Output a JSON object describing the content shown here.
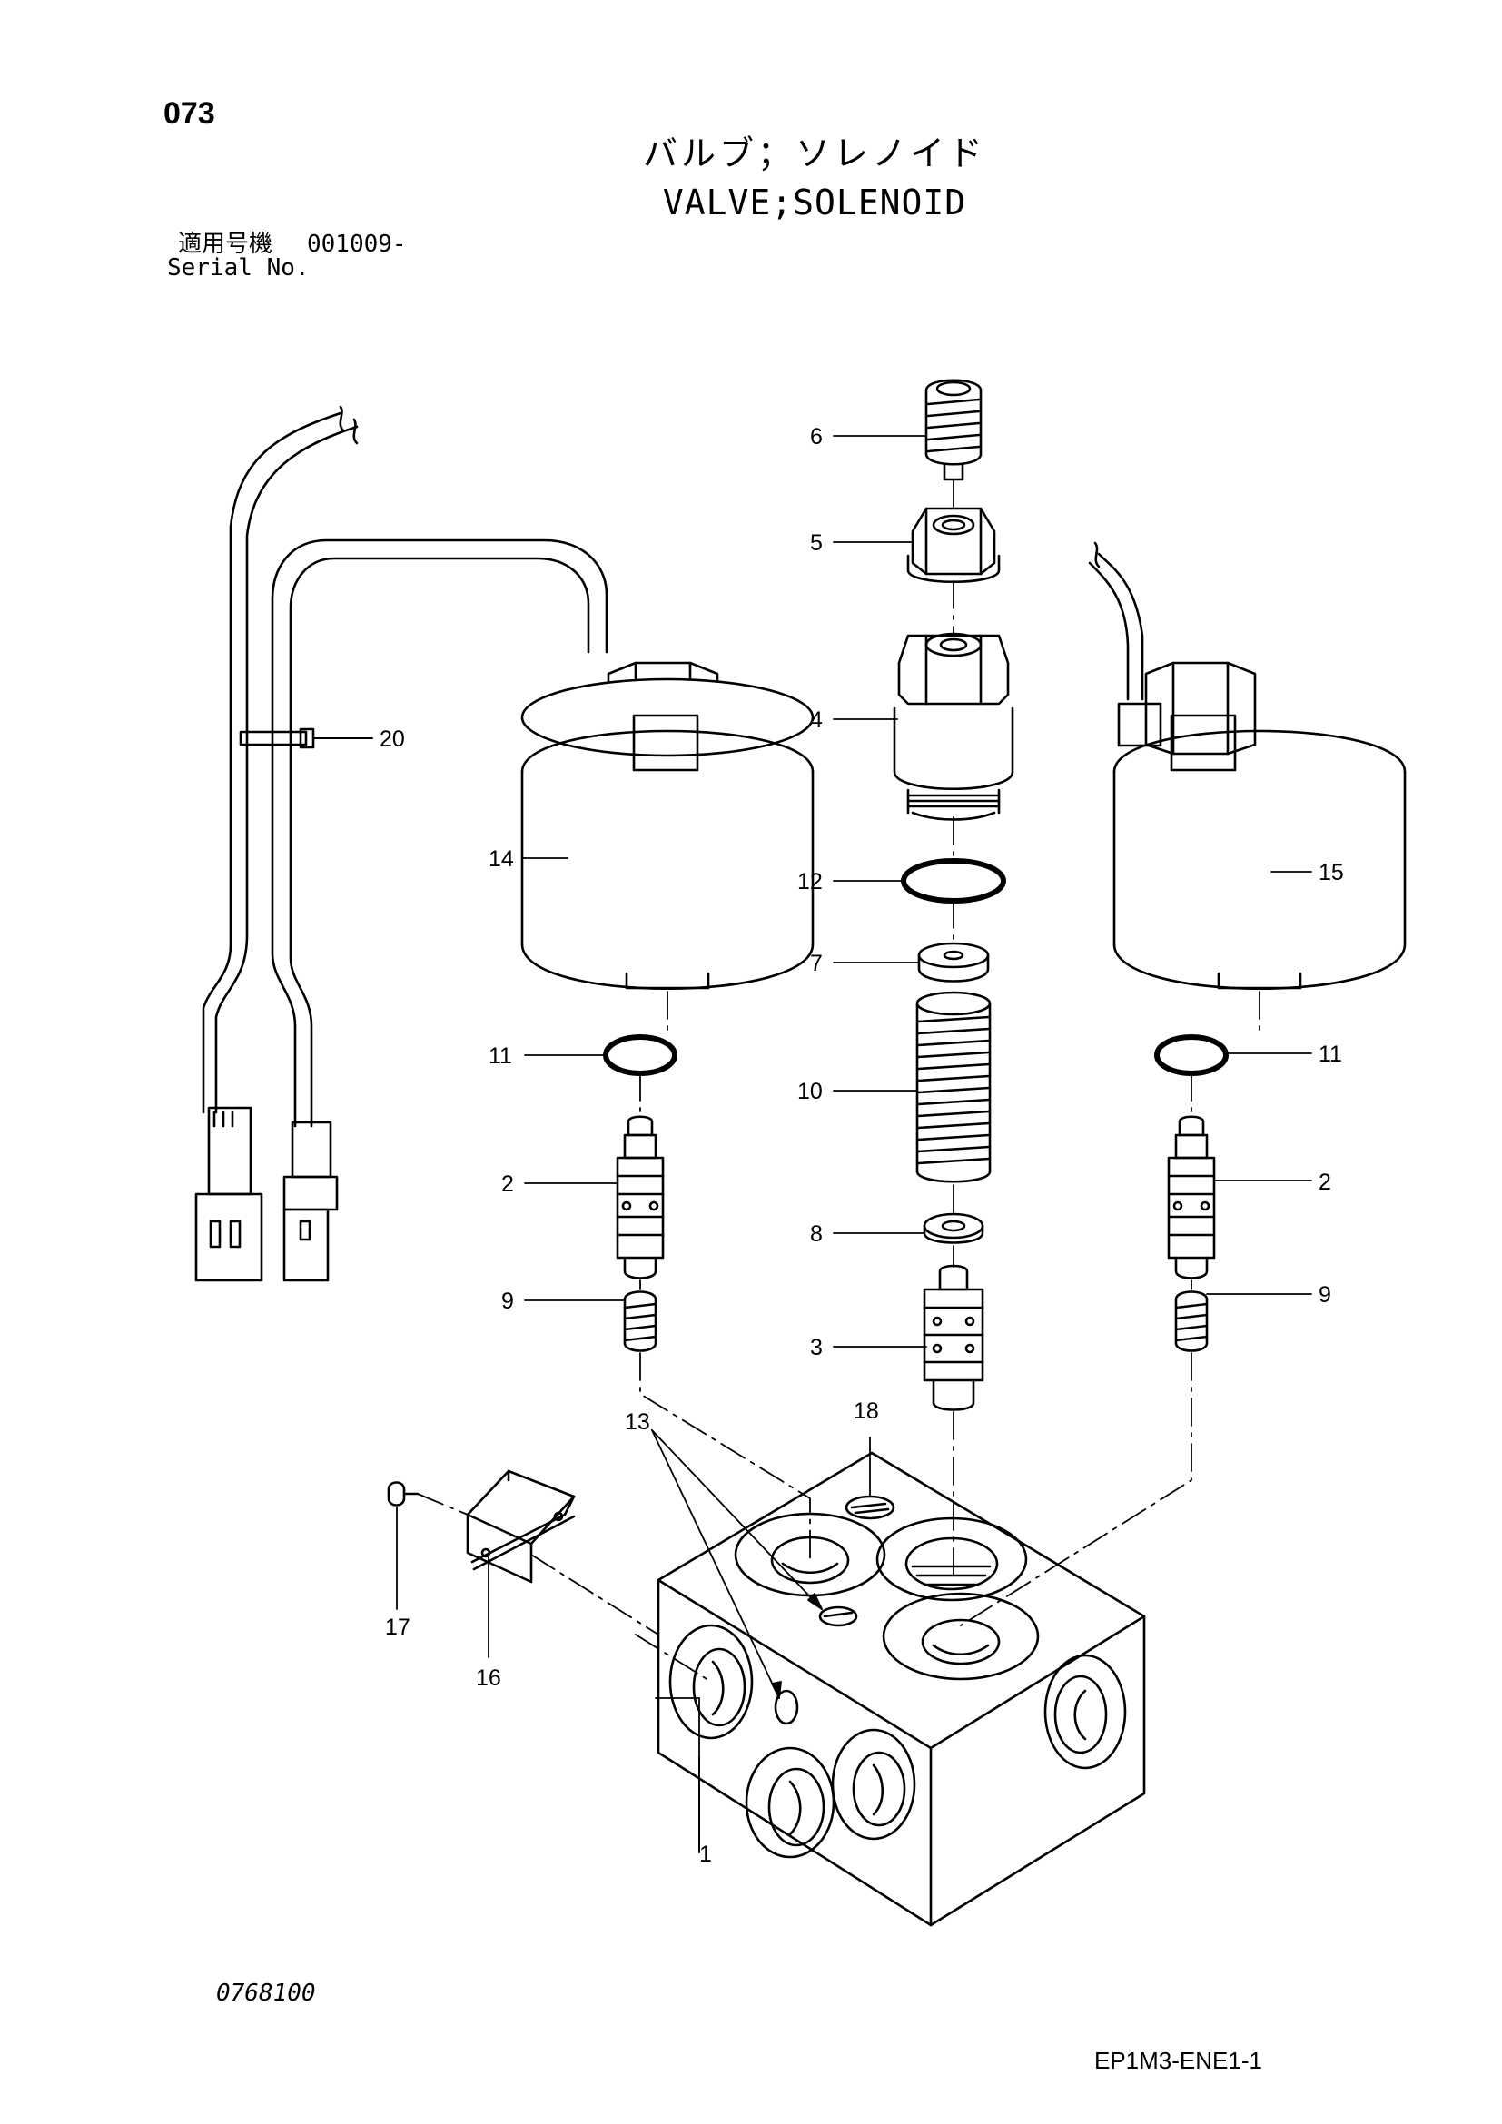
{
  "header": {
    "page_number": "073",
    "title_jp": "バルブ；ソレノイド",
    "title_en": "VALVE;SOLENOID"
  },
  "serial": {
    "label_jp": "適用号機",
    "value": "001009-",
    "label_en": "Serial No."
  },
  "callouts": {
    "c1": "1",
    "c2a": "2",
    "c2b": "2",
    "c3": "3",
    "c4": "4",
    "c5": "5",
    "c6": "6",
    "c7": "7",
    "c8": "8",
    "c9a": "9",
    "c9b": "9",
    "c10": "10",
    "c11a": "11",
    "c11b": "11",
    "c12": "12",
    "c13": "13",
    "c14": "14",
    "c15": "15",
    "c16": "16",
    "c17": "17",
    "c18": "18",
    "c20": "20"
  },
  "footer": {
    "drawing_number": "0768100",
    "sheet_code": "EP1M3-ENE1-1"
  }
}
